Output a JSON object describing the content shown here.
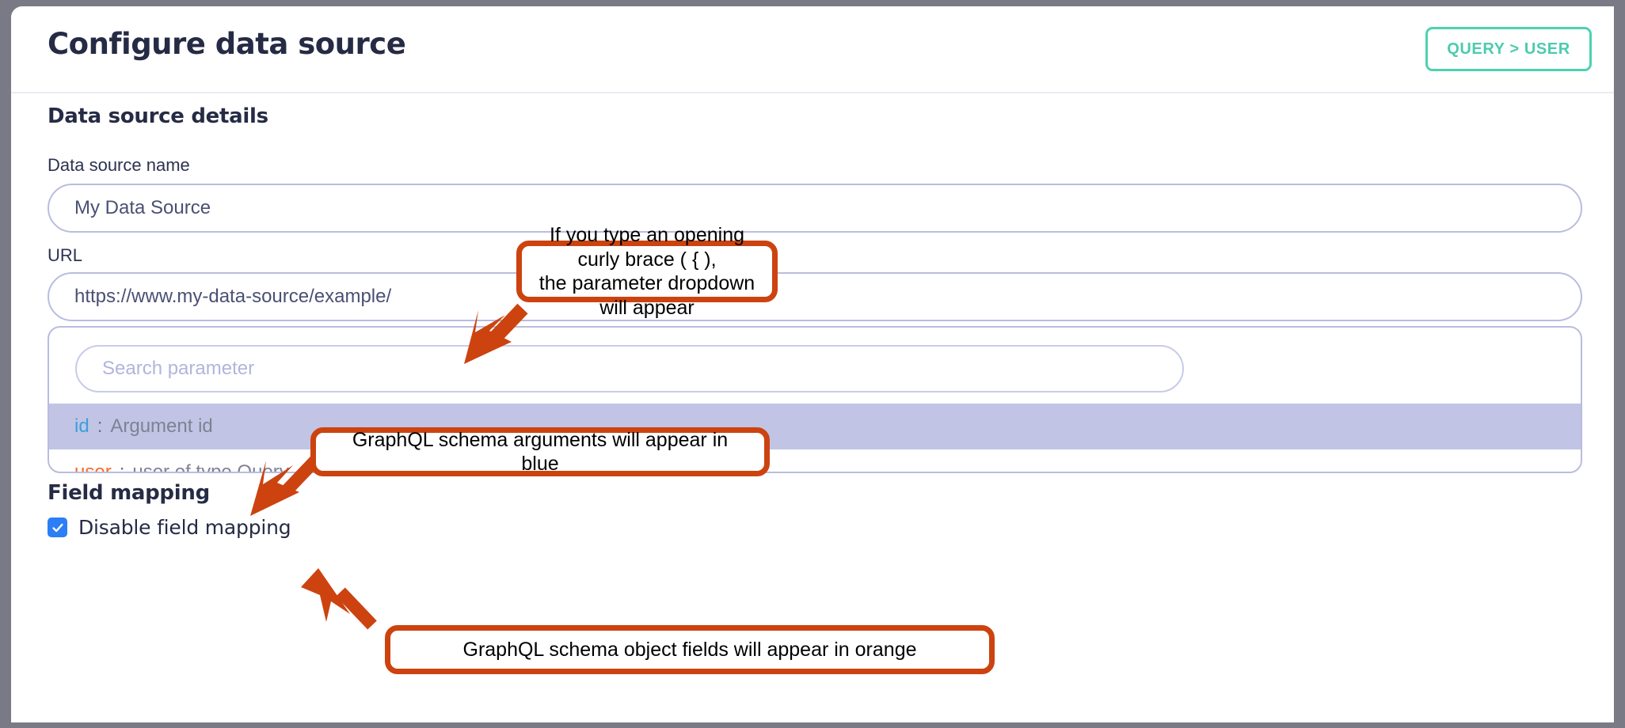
{
  "header": {
    "title": "Configure data source",
    "breadcrumb_button": "QUERY > USER"
  },
  "main": {
    "details_heading": "Data source details",
    "name_label": "Data source name",
    "name_value": "My Data Source",
    "url_label": "URL",
    "url_value": "https://www.my-data-source/example/",
    "param_search_placeholder": "Search parameter",
    "param_items": [
      {
        "key": "id",
        "colon": ":",
        "desc": "Argument id",
        "color": "blue",
        "selected": true
      },
      {
        "key": "user",
        "colon": ":",
        "desc": "user of type Query",
        "color": "orange",
        "selected": false
      }
    ],
    "field_mapping_heading": "Field mapping",
    "disable_field_mapping_label": "Disable field mapping",
    "disable_field_mapping_checked": true
  },
  "annotations": [
    {
      "text": "If you type an opening curly brace ( { ),\nthe parameter dropdown will appear"
    },
    {
      "text": "GraphQL schema arguments will appear in blue"
    },
    {
      "text": "GraphQL schema object fields will appear in orange"
    }
  ],
  "colors": {
    "accent_teal": "#4ed1b0",
    "annotation_orange": "#cc4310",
    "argument_blue": "#3a9fdc",
    "field_orange": "#f26d21",
    "checkbox_blue": "#2b7ef5",
    "input_border": "#b9bce0",
    "row_highlight": "#c1c4e4",
    "title_navy": "#262b45",
    "frame_gray": "#7a7a86"
  }
}
